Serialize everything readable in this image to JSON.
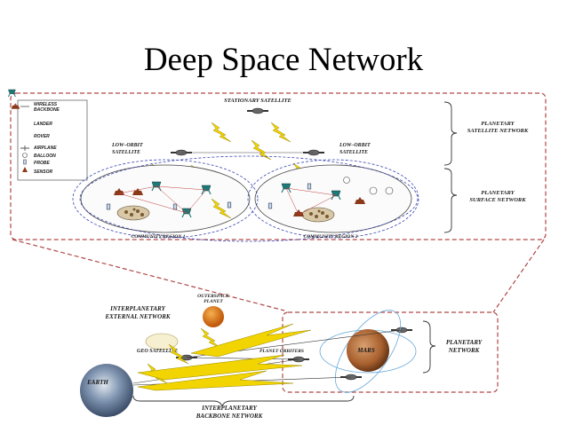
{
  "title": "Deep Space Network",
  "legend": {
    "items": [
      {
        "label": "WIRELESS BACKBONE",
        "icon": "wireless-line-icon"
      },
      {
        "label": "LANDER",
        "icon": "lander-icon"
      },
      {
        "label": "ROVER",
        "icon": "rover-icon"
      },
      {
        "label": "AIRPLANE",
        "icon": "airplane-icon"
      },
      {
        "label": "BALLOON",
        "icon": "balloon-icon"
      },
      {
        "label": "PROBE",
        "icon": "probe-icon"
      },
      {
        "label": "SENSOR",
        "icon": "sensor-icon"
      }
    ]
  },
  "top_diagram": {
    "stationary_satellite": "STATIONARY SATELLITE",
    "low_orbit_left": [
      "LOW–ORBIT",
      "SATELLITE"
    ],
    "low_orbit_right": [
      "LOW–ORBIT",
      "SATELLITE"
    ],
    "community_1": "COMMUNITY REGION 1",
    "community_2": "COMMUNITY REGION 2",
    "planetary_satellite_network": [
      "PLANETARY",
      "SATELLITE NETWORK"
    ],
    "planetary_surface_network": [
      "PLANETARY",
      "SURFACE NETWORK"
    ]
  },
  "bottom_diagram": {
    "interplanetary_external": [
      "INTERPLANETARY",
      "EXTERNAL NETWORK"
    ],
    "outerspace_planet": [
      "OUTERSPACE",
      "PLANET"
    ],
    "geo_satellite": "GEO SATELLITE",
    "planet_orbiters": "PLANET ORBITERS",
    "mars": "MARS",
    "earth": "EARTH",
    "planetary_network": [
      "PLANETARY",
      "NETWORK"
    ],
    "interplanetary_backbone": [
      "INTERPLANETARY",
      "BACKBONE NETWORK"
    ]
  },
  "colors": {
    "dashed_border": "#b04848",
    "lightning": "#f2d400",
    "lightning_stroke": "#9a8a00",
    "cloud_dash": "#3a48b0",
    "mars": "#b8703a",
    "outerspace_planet": "#e07818",
    "earth": "#5a7090",
    "lander": "#1e7a78",
    "rover": "#8a3a1a"
  }
}
